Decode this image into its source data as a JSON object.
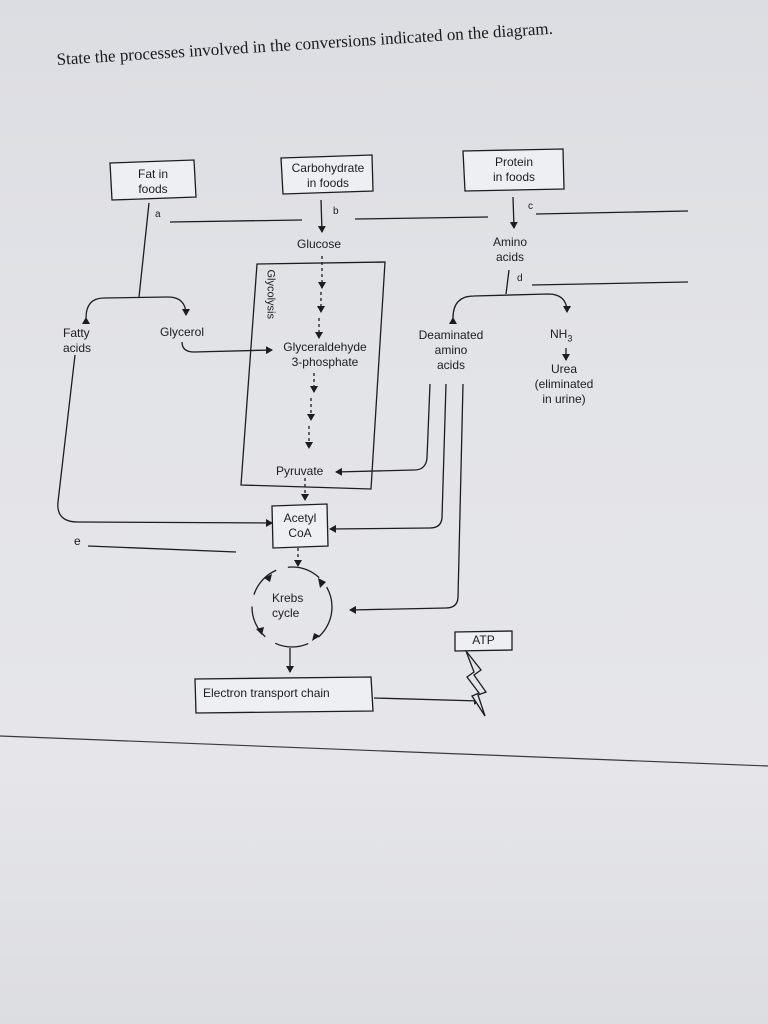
{
  "question": "State the processes involved in the conversions indicated on the diagram.",
  "sources": {
    "fat": [
      "Fat in",
      "foods"
    ],
    "carbohydrate": [
      "Carbohydrate",
      "in foods"
    ],
    "protein": [
      "Protein",
      "in foods"
    ]
  },
  "blanks": {
    "a": "a",
    "b": "b",
    "c": "c",
    "d": "d",
    "e": "e"
  },
  "nodes": {
    "fatty_acids": [
      "Fatty",
      "acids"
    ],
    "glycerol": "Glycerol",
    "glucose": "Glucose",
    "amino_acids": [
      "Amino",
      "acids"
    ],
    "glycolysis": "Glycolysis",
    "g3p": [
      "Glyceraldehyde",
      "3-phosphate"
    ],
    "deaminated": [
      "Deaminated",
      "amino",
      "acids"
    ],
    "nh3": "NH",
    "nh3_sub": "3",
    "urea": [
      "Urea",
      "(eliminated",
      "in urine)"
    ],
    "pyruvate": "Pyruvate",
    "acetyl_coa": [
      "Acetyl",
      "CoA"
    ],
    "krebs": [
      "Krebs",
      "cycle"
    ],
    "atp": "ATP",
    "etc": "Electron transport chain"
  },
  "colors": {
    "ink": "#1d1d20",
    "paper": "#e3e4e8",
    "box": "#eeeff2"
  }
}
